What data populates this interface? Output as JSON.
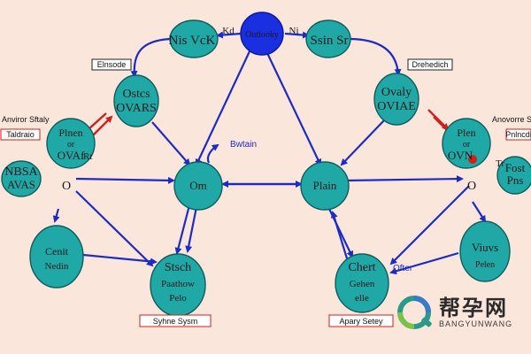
{
  "nodes": {
    "top_center": "Outlooky",
    "top_left": "Nis VcK",
    "top_left_mark": "Kd",
    "top_right": "Ssin Sr",
    "top_right_mark": "Ni",
    "mid_left_upper": [
      "Ostcs",
      "OVARS"
    ],
    "mid_right_upper": [
      "Ovaly",
      "OVIAE"
    ],
    "left_inner": [
      "Plnen",
      "or",
      "OVAf"
    ],
    "right_inner": [
      "Plen",
      "or",
      "OVN"
    ],
    "far_left": [
      "NBSA",
      "AVAS"
    ],
    "far_right": [
      "Fost",
      "Pns"
    ],
    "center_left": "Om",
    "center_right": "Plain",
    "bottom_far_left": [
      "Cenit",
      "Nedin"
    ],
    "bottom_center_left": [
      "Stsch",
      "Paathow",
      "Pelo"
    ],
    "bottom_center_right": [
      "Chert",
      "Gehen",
      "elle"
    ],
    "bottom_far_right": [
      "Viuvs",
      "Pelen"
    ]
  },
  "labels": {
    "elnsode": "Elnsode",
    "drehedich": "Drehedich",
    "anviror_left": "Anviror Sftaly",
    "anviror_left_sub": "Taldraio",
    "anviror_right": "Anovorre Srtaty",
    "anviror_right_sub": "Pnlncdi",
    "syhne_sysm": "Syhne Sysm",
    "apary_setey": "Apary Setey",
    "bwtain": "Bwtain",
    "ofter": "Ofter",
    "rt": "Rt",
    "tr": "Tr",
    "left_o": "O",
    "right_o": "O"
  },
  "watermark": {
    "cn": "帮孕网",
    "en": "BANGYUNWANG"
  },
  "colors": {
    "background": "#fbe6dc",
    "node_fill": "#1fa8a6",
    "node_stroke": "#0f5e5d",
    "center_node": "#1a2fe0",
    "arrow": "#1c2bc8",
    "accent_red": "#d0201c"
  }
}
